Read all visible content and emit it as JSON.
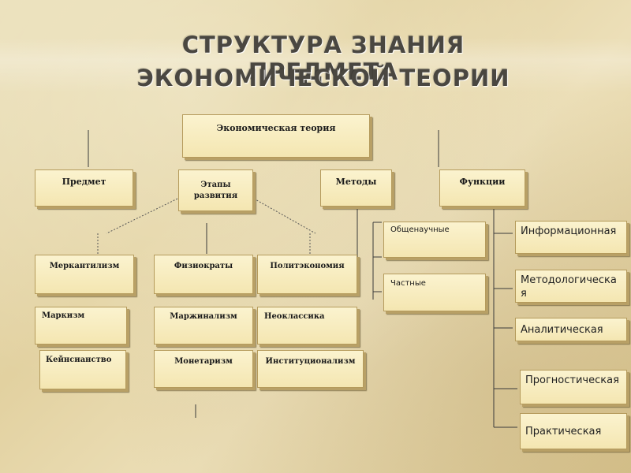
{
  "title": {
    "line1": "СТРУКТУРА ЗНАНИЯ ПРЕДМЕТА",
    "line2": "ЭКОНОМИЧЕСКОЙ ТЕОРИИ"
  },
  "root": "Экономическая теория",
  "categories": {
    "subject": "Предмет",
    "stages": "Этапы развития",
    "methods": "Методы",
    "functions": "Функции"
  },
  "schools": {
    "mercantilism": "Меркантилизм",
    "physiocrats": "Физиократы",
    "political_economy": "Политэкономия",
    "marxism": "Маркизм",
    "marginalism": "Маржинализм",
    "neoclassics": "Неоклассика",
    "keynesianism": "Кейнсианство",
    "monetarism": "Монетаризм",
    "institutionalism": "Институционализм"
  },
  "methods": {
    "general": "Общенаучные",
    "particular": "Частные"
  },
  "functions": {
    "informational": "Информационная",
    "methodological": "Методологическая",
    "analytical": "Аналитическая",
    "prognostic": "Прогностическая",
    "practical": "Практическая"
  }
}
